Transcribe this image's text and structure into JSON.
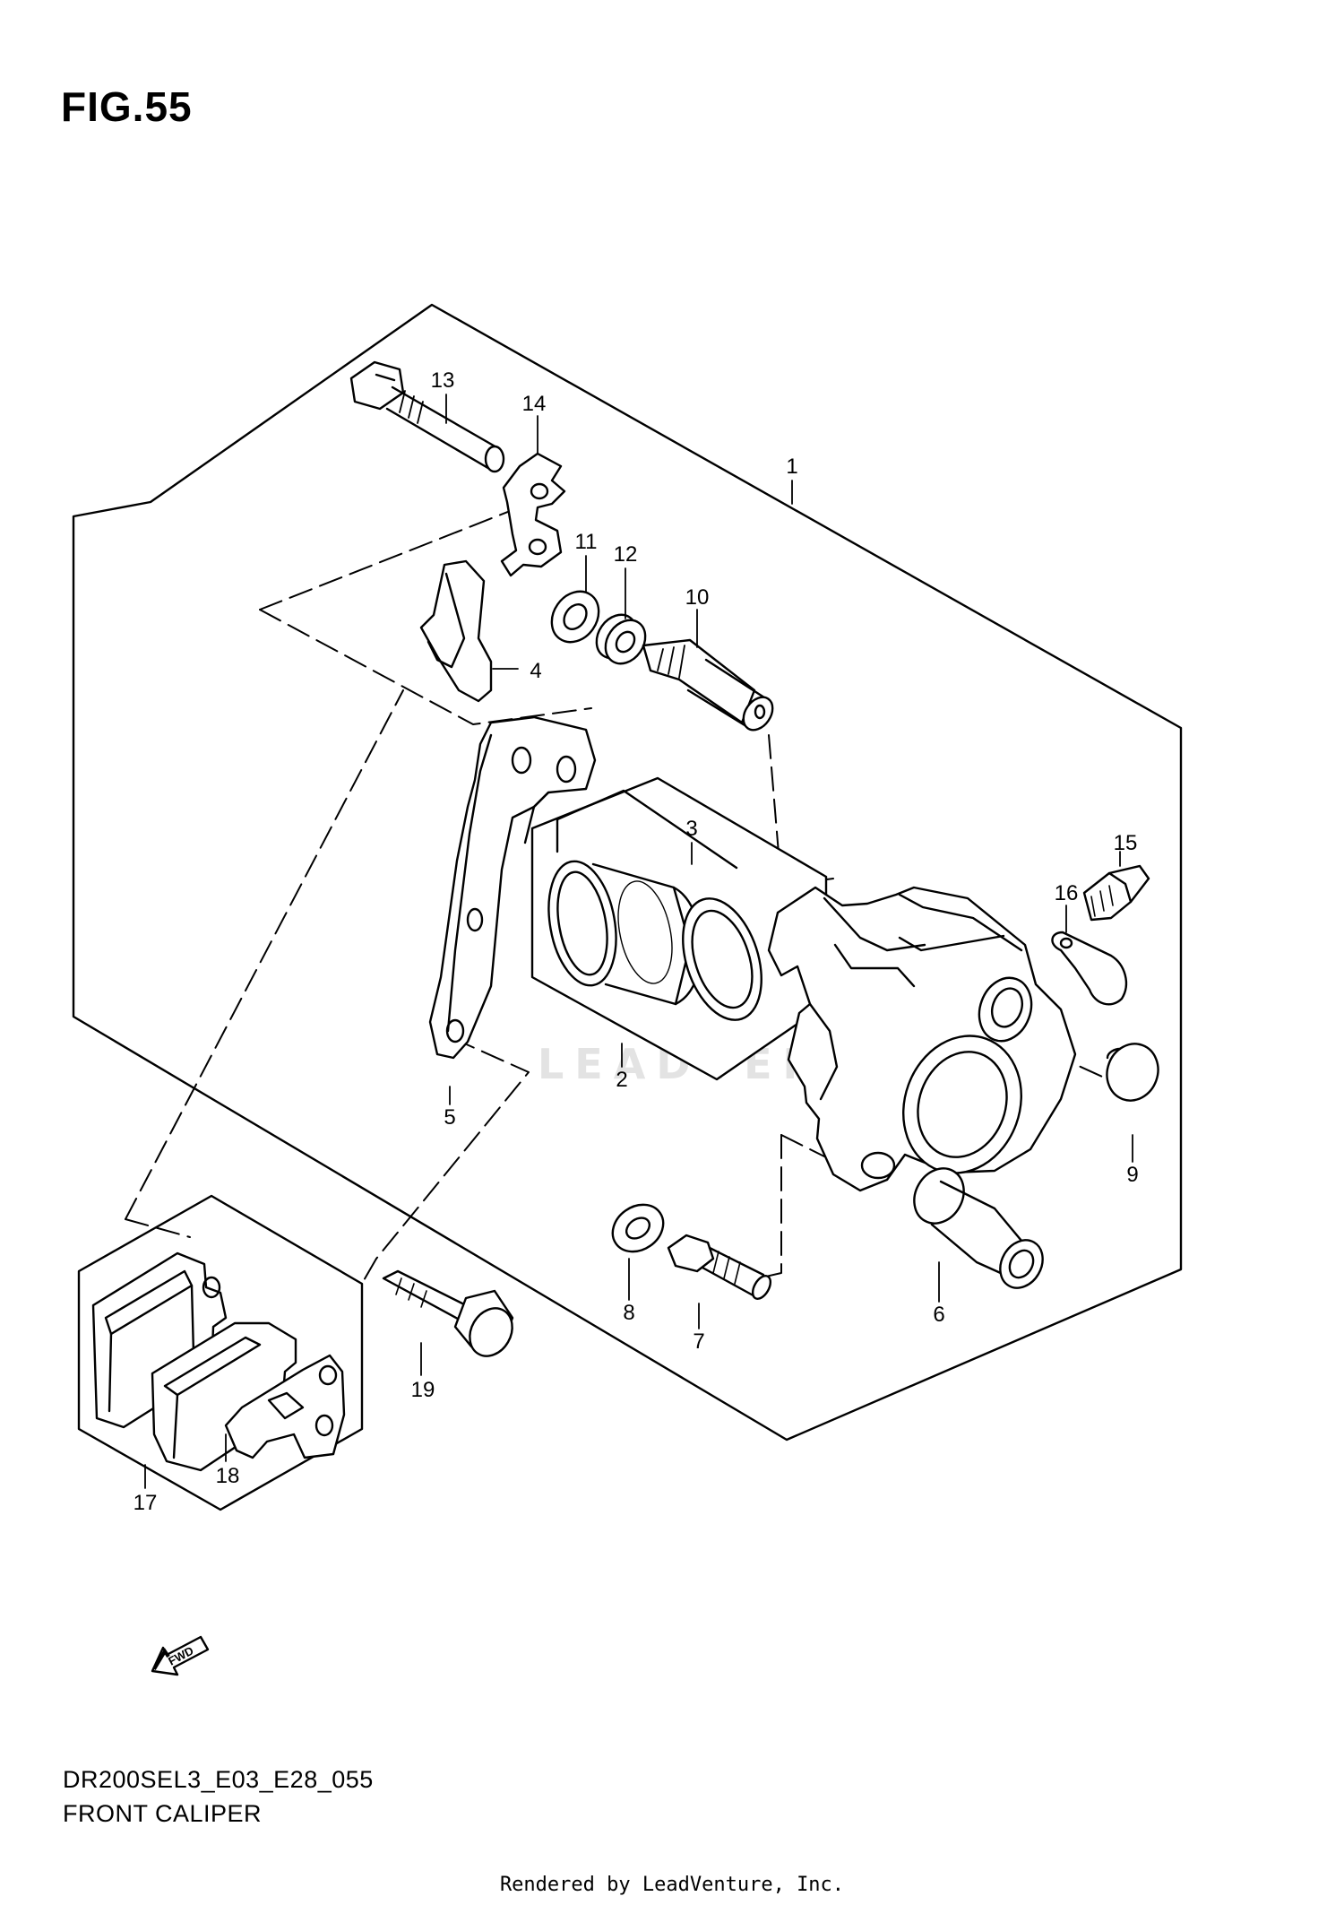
{
  "page": {
    "figure_title": "FIG.55",
    "diagram_code": "DR200SEL3_E03_E28_055",
    "diagram_name": "FRONT CALIPER",
    "rendered_by": "Rendered by LeadVenture, Inc.",
    "watermark": "LEADVENTURE",
    "fwd_label": "FWD"
  },
  "callouts": {
    "c1": "1",
    "c2": "2",
    "c3": "3",
    "c4": "4",
    "c5": "5",
    "c6": "6",
    "c7": "7",
    "c8": "8",
    "c9": "9",
    "c10": "10",
    "c11": "11",
    "c12": "12",
    "c13": "13",
    "c14": "14",
    "c15": "15",
    "c16": "16",
    "c17": "17",
    "c18": "18",
    "c19": "19"
  }
}
